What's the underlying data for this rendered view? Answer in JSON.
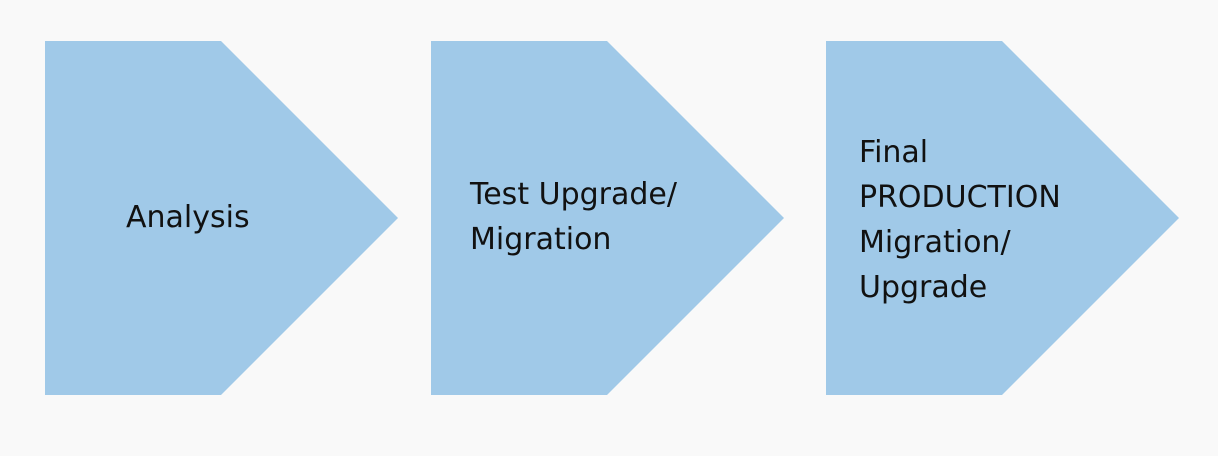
{
  "diagram": {
    "fill_color": "#a0c9e8",
    "background": "#f9f9f9",
    "steps": [
      {
        "label": "Analysis"
      },
      {
        "label": "Test Upgrade/\nMigration"
      },
      {
        "label": "Final\nPRODUCTION\nMigration/\nUpgrade"
      }
    ]
  }
}
